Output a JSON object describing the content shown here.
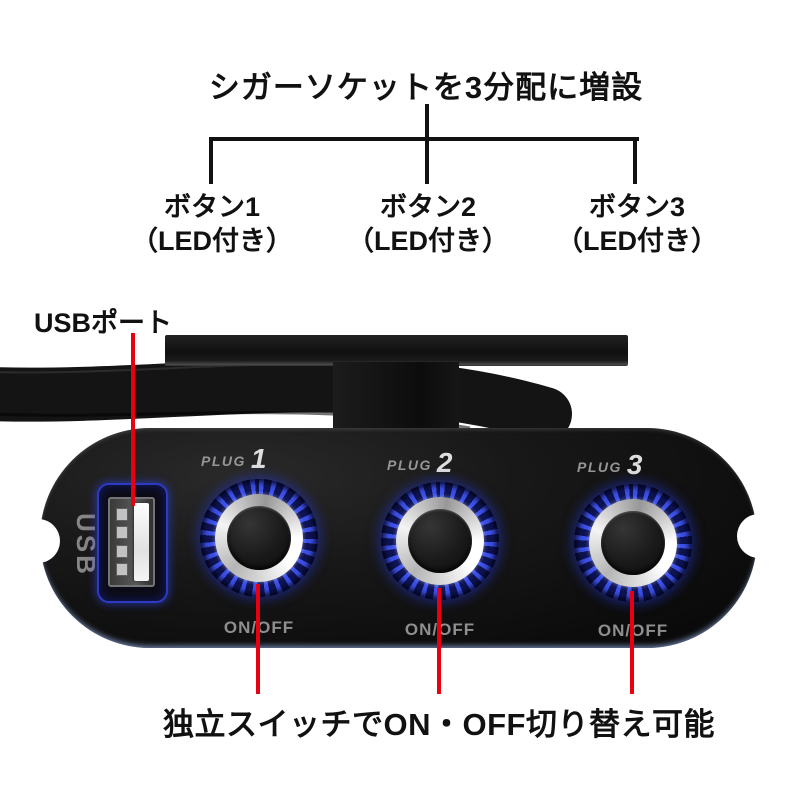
{
  "title": "シガーソケットを3分配に増設",
  "branch_labels": [
    {
      "name": "ボタン1",
      "sub": "（LED付き）"
    },
    {
      "name": "ボタン2",
      "sub": "（LED付き）"
    },
    {
      "name": "ボタン3",
      "sub": "（LED付き）"
    }
  ],
  "usb_port_label": "USBポート",
  "bottom_caption": "独立スイッチでON・OFF切り替え可能",
  "device": {
    "side_text": "USB",
    "plugs": [
      {
        "label": "PLUG",
        "number": "1",
        "switch": "ON/OFF"
      },
      {
        "label": "PLUG",
        "number": "2",
        "switch": "ON/OFF"
      },
      {
        "label": "PLUG",
        "number": "3",
        "switch": "ON/OFF"
      }
    ]
  },
  "colors": {
    "annotation_red": "#e60012",
    "annotation_black": "#111111",
    "led_blue": "#2e3ac2",
    "device_body": "#121212"
  }
}
